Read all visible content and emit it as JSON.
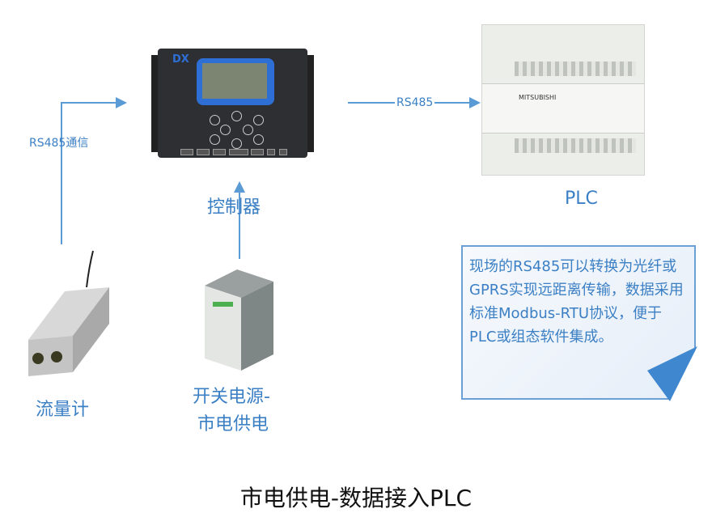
{
  "labels": {
    "rs485_comm": "RS485通信",
    "rs485": "RS485",
    "controller": "控制器",
    "plc": "PLC",
    "flowmeter": "流量计",
    "power_line1": "开关电源-",
    "power_line2": "市电供电",
    "title": "市电供电-数据接入PLC"
  },
  "device_text": {
    "controller_brand": "DX",
    "plc_brand": "MITSUBISHI"
  },
  "note": "现场的RS485可以转换为光纤或GPRS实现远距离传输，数据采用标准Modbus-RTU协议，便于PLC或组态软件集成。",
  "colors": {
    "accent": "#5b9bd5",
    "text": "#3b7fc4"
  }
}
